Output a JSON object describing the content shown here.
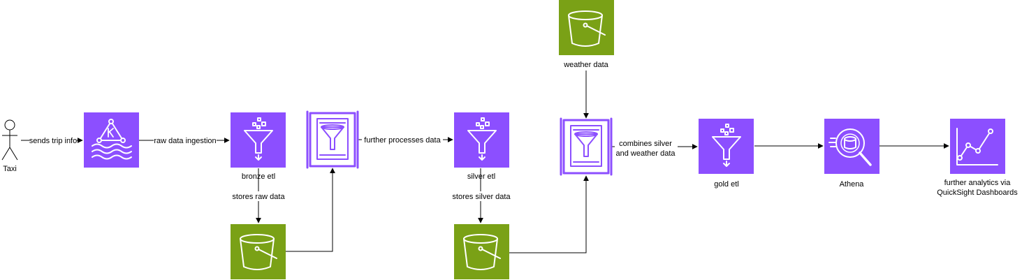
{
  "nodes": {
    "taxi": {
      "label": "Taxi",
      "icon": "actor-icon"
    },
    "kinesis": {
      "label": "",
      "icon": "kinesis-icon"
    },
    "bronze_etl": {
      "label": "bronze etl",
      "icon": "glue-icon"
    },
    "bronze_bucket": {
      "label": "",
      "icon": "s3-bucket-icon"
    },
    "transform_1": {
      "label": "",
      "icon": "glue-transform-icon"
    },
    "silver_etl": {
      "label": "silver etl",
      "icon": "glue-icon"
    },
    "silver_bucket": {
      "label": "",
      "icon": "s3-bucket-icon"
    },
    "weather_bucket": {
      "label": "weather data",
      "icon": "s3-bucket-icon"
    },
    "transform_2": {
      "label": "",
      "icon": "glue-transform-icon"
    },
    "gold_etl": {
      "label": "gold etl",
      "icon": "glue-icon"
    },
    "athena": {
      "label": "Athena",
      "icon": "athena-icon"
    },
    "quicksight": {
      "label_line1": "further analytics via",
      "label_line2": "QuickSight Dashboards",
      "icon": "quicksight-icon"
    }
  },
  "edges": {
    "e1": "sends trip info",
    "e2": "raw data ingestion",
    "e3": "stores raw data",
    "e4": "further processes data",
    "e5": "stores silver data",
    "e6_line1": "combines silver",
    "e6_line2": "and weather data"
  },
  "colors": {
    "purple": "#8C4FFF",
    "green": "#7AA116",
    "edge": "#000000"
  }
}
